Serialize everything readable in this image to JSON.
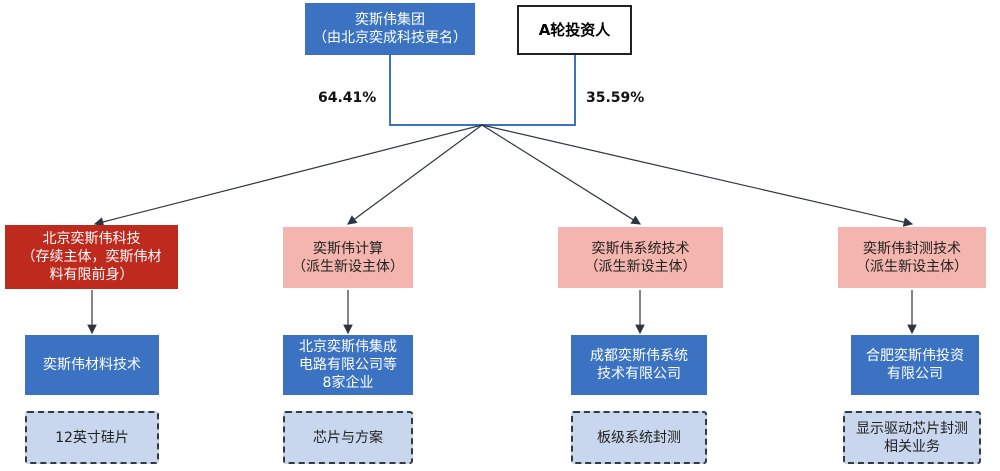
{
  "top": {
    "parent_group": "奕斯伟集团\n（由北京奕成科技更名）",
    "investor": "A轮投资人",
    "pct_left": "64.41%",
    "pct_right": "35.59%"
  },
  "entities": [
    {
      "name": "北京奕斯伟科技\n（存续主体，奕斯伟材\n料有限前身）"
    },
    {
      "name": "奕斯伟计算\n（派生新设主体）"
    },
    {
      "name": "奕斯伟系统技术\n（派生新设主体）"
    },
    {
      "name": "奕斯伟封测技术\n（派生新设主体）"
    }
  ],
  "subsidiaries": [
    {
      "name": "奕斯伟材料技术"
    },
    {
      "name": "北京奕斯伟集成\n电路有限公司等\n8家企业"
    },
    {
      "name": "成都奕斯伟系统\n技术有限公司"
    },
    {
      "name": "合肥奕斯伟投资\n有限公司"
    }
  ],
  "businesses": [
    {
      "name": "12英寸硅片"
    },
    {
      "name": "芯片与方案"
    },
    {
      "name": "板级系统封测"
    },
    {
      "name": "显示驱动芯片封测\n相关业务"
    }
  ],
  "colors": {
    "line": "#2e3440",
    "outline_blue": "#3b73c2"
  }
}
